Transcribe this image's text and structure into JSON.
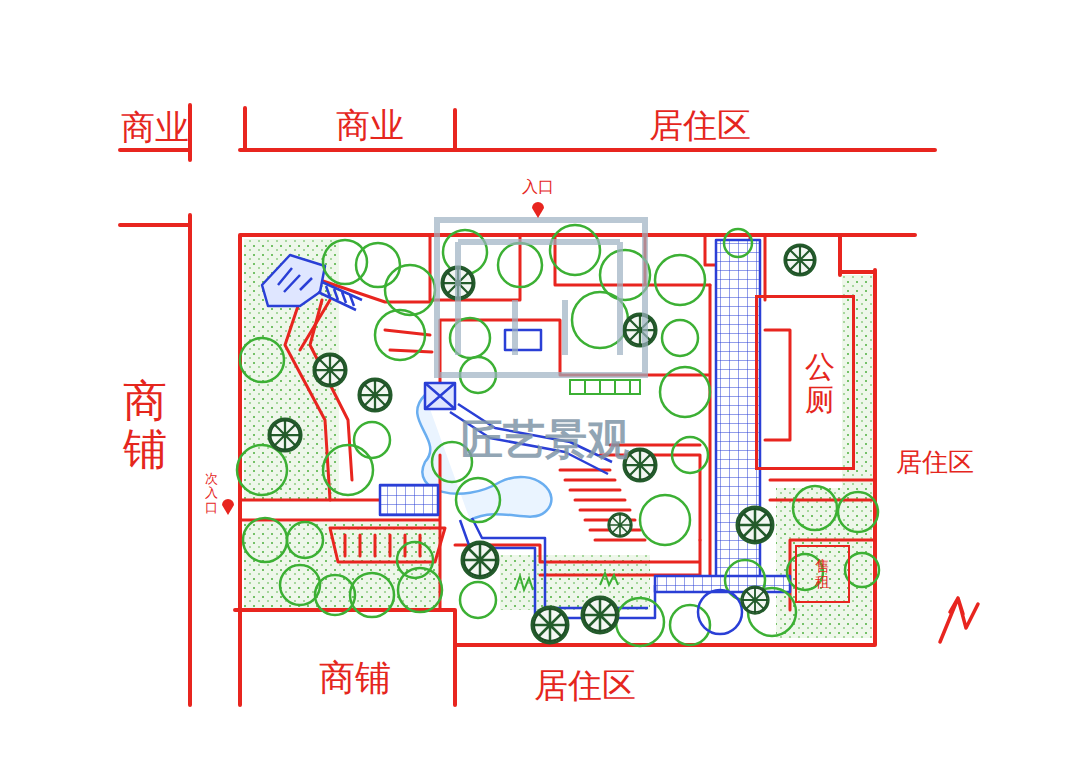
{
  "diagram": {
    "nodes": [
      {
        "text": [
          "公厕"
        ]
      },
      {
        "text": [
          "售租"
        ]
      }
    ],
    "labels": [
      "商业",
      "商业",
      "居住区",
      "入口",
      "商铺",
      "次入口",
      "居住区",
      "商铺",
      "居住区",
      "匠艺景观"
    ]
  }
}
